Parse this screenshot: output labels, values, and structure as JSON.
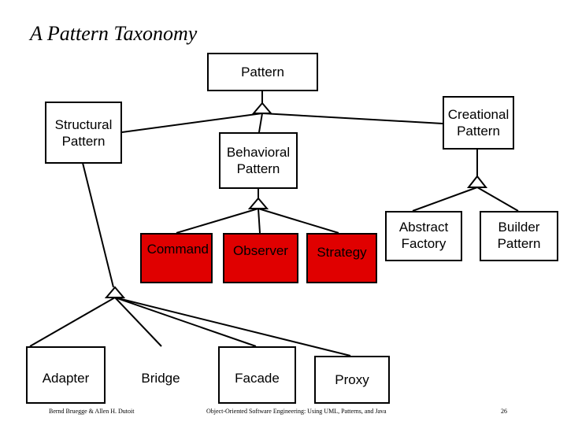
{
  "title": "A Pattern Taxonomy",
  "nodes": {
    "pattern": "Pattern",
    "structural": "Structural\nPattern",
    "creational": "Creational\nPattern",
    "behavioral": "Behavioral\nPattern",
    "command": "Command",
    "observer": "Observer",
    "strategy": "Strategy",
    "abstract_factory": "Abstract\nFactory",
    "builder": "Builder\nPattern",
    "adapter": "Adapter",
    "bridge": "Bridge",
    "facade": "Facade",
    "proxy": "Proxy"
  },
  "colors": {
    "highlight": "#e00000",
    "line": "#000000"
  },
  "footer": {
    "authors": "Bernd Bruegge & Allen H. Dutoit",
    "book": "Object-Oriented Software Engineering: Using UML, Patterns, and Java",
    "page": "26"
  }
}
